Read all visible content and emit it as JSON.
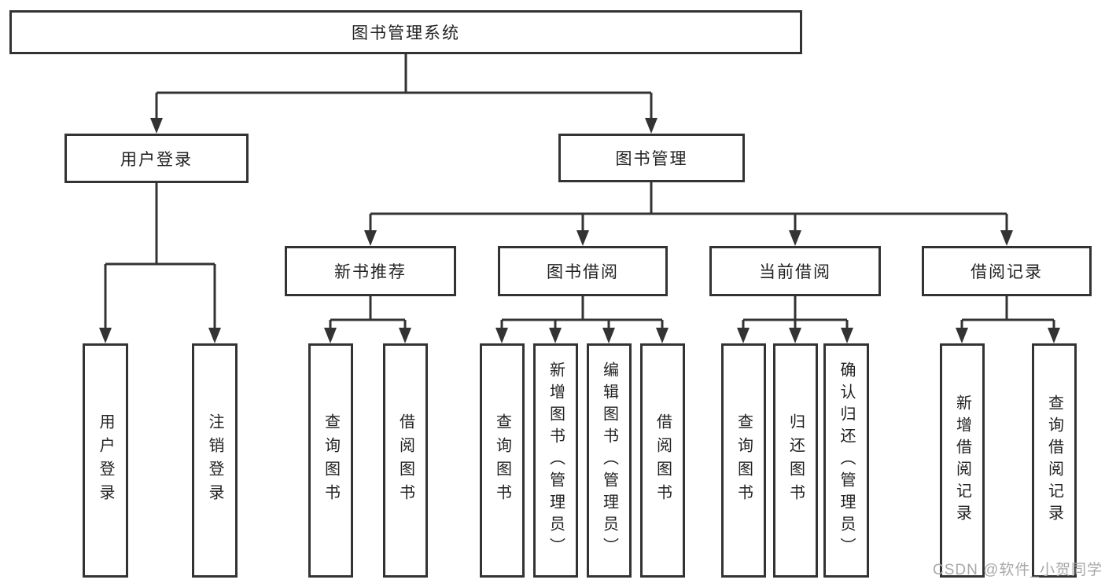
{
  "diagram": {
    "title": "图书管理系统",
    "type": "hierarchy-tree"
  },
  "tree": {
    "root": {
      "label": "图书管理系统"
    },
    "children": [
      {
        "label": "用户登录",
        "children": [
          {
            "label": "用户登录"
          },
          {
            "label": "注销登录"
          }
        ]
      },
      {
        "label": "图书管理",
        "children": [
          {
            "label": "新书推荐",
            "children": [
              {
                "label": "查询图书"
              },
              {
                "label": "借阅图书"
              }
            ]
          },
          {
            "label": "图书借阅",
            "children": [
              {
                "label": "查询图书"
              },
              {
                "label": "新增图书（管理员）"
              },
              {
                "label": "编辑图书（管理员）"
              },
              {
                "label": "借阅图书"
              }
            ]
          },
          {
            "label": "当前借阅",
            "children": [
              {
                "label": "查询图书"
              },
              {
                "label": "归还图书"
              },
              {
                "label": "确认归还（管理员）"
              }
            ]
          },
          {
            "label": "借阅记录",
            "children": [
              {
                "label": "新增借阅记录"
              },
              {
                "label": "查询借阅记录"
              }
            ]
          }
        ]
      }
    ]
  },
  "watermark": {
    "text": "CSDN @软件_小贺同学"
  },
  "colors": {
    "line": "#333333",
    "box_border": "#333333",
    "box_fill": "#ffffff",
    "text": "#222222",
    "watermark": "#a8a8a8"
  }
}
